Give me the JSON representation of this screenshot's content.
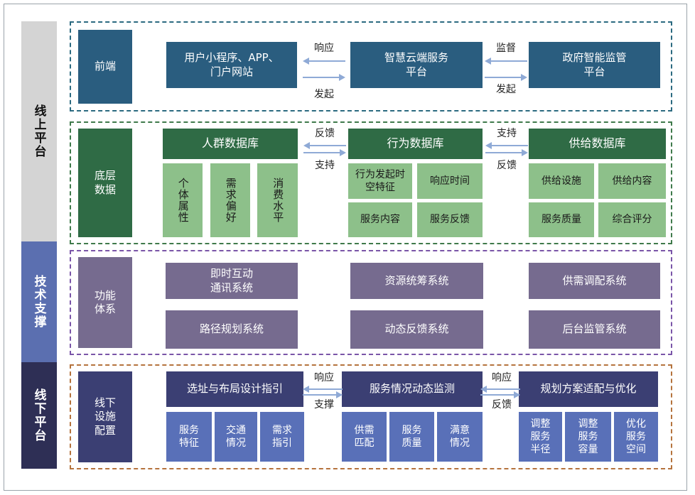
{
  "sidebar": {
    "online": "线上平台",
    "tech": "技术支撑",
    "offline": "线下平台"
  },
  "frontend": {
    "label": "前端",
    "user_app": "用户小程序、APP、\n门户网站",
    "cloud": "智慧云端服务\n平台",
    "gov": "政府智能监管\n平台",
    "arrow_top_left": "响应",
    "arrow_bottom_left": "发起",
    "arrow_top_right": "监督",
    "arrow_bottom_right": "发起"
  },
  "data_layer": {
    "label": "底层\n数据",
    "crowd_db": "人群数据库",
    "behavior_db": "行为数据库",
    "supply_db": "供给数据库",
    "crowd_items": [
      "个体属性",
      "需求偏好",
      "消费水平"
    ],
    "behavior_items": [
      "行为发起时\n空特征",
      "响应时间",
      "服务内容",
      "服务反馈"
    ],
    "supply_items": [
      "供给设施",
      "供给内容",
      "服务质量",
      "综合评分"
    ],
    "arrow_top_left": "反馈",
    "arrow_bottom_left": "支持",
    "arrow_top_right": "支持",
    "arrow_bottom_right": "反馈"
  },
  "function": {
    "label": "功能\n体系",
    "systems": [
      "即时互动\n通讯系统",
      "资源统筹系统",
      "供需调配系统",
      "路径规划系统",
      "动态反馈系统",
      "后台监管系统"
    ]
  },
  "offline": {
    "label": "线下\n设施\n配置",
    "site_guide": "选址与布局设计指引",
    "monitor": "服务情况动态监测",
    "planning": "规划方案适配与优化",
    "site_items": [
      "服务\n特征",
      "交通\n情况",
      "需求\n指引"
    ],
    "monitor_items": [
      "供需\n匹配",
      "服务\n质量",
      "满意\n情况"
    ],
    "planning_items": [
      "调整\n服务\n半径",
      "调整\n服务\n容量",
      "优化\n服务\n空间"
    ],
    "arrow_top_left": "响应",
    "arrow_bottom_left": "支撑",
    "arrow_top_right": "响应",
    "arrow_bottom_right": "反馈"
  },
  "colors": {
    "online_side": "#d4d4d4",
    "tech_side": "#5b6fb0",
    "offline_side": "#2e2f55",
    "frontend": "#2a5d7f",
    "frontend_border": "#2b6a80",
    "data_header": "#2f6b45",
    "data_item": "#8dc08a",
    "data_border": "#3f7a4b",
    "function_box": "#766b8f",
    "function_border": "#7a55a8",
    "offline_header": "#3b3f73",
    "offline_item": "#5970b8",
    "offline_border": "#b5733d",
    "arrow": "#8faad6"
  }
}
